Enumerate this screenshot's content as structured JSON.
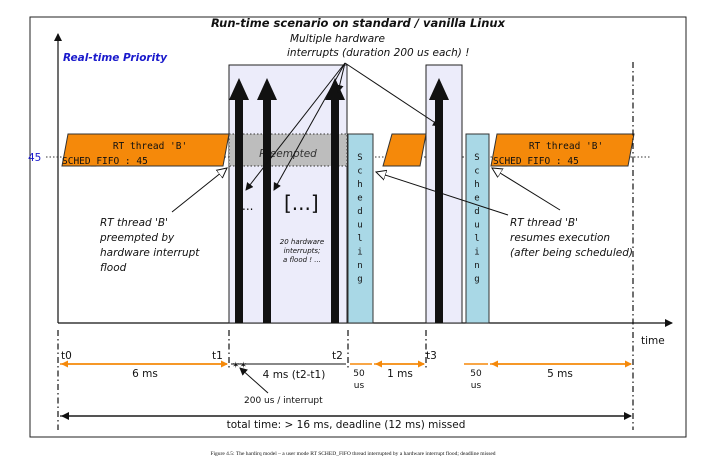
{
  "title": "Run-time scenario on standard / vanilla Linux",
  "priority_label": "Real-time Priority",
  "priority_value": "45",
  "thread_label": "RT thread 'B'",
  "thread_sched": "SCHED_FIFO : 45",
  "preempted_label": "Preempted",
  "scheduling_label": "Scheduling",
  "notes": {
    "hw_interrupts_line1": "Multiple hardware",
    "hw_interrupts_line2": "interrupts (duration 200 us each) !",
    "preempted_line1": "RT thread 'B'",
    "preempted_line2": "preempted by",
    "preempted_line3": "hardware interrupt",
    "preempted_line4": "flood",
    "resumes_line1": "RT thread 'B'",
    "resumes_line2": "resumes execution",
    "resumes_line3": "(after being scheduled)",
    "flood_line1": "20 hardware",
    "flood_line2": "interrupts;",
    "flood_line3": "a flood ! ...",
    "ellipsis_small": "...",
    "ellipsis_big": "[...]",
    "per_interrupt": "200 us / interrupt"
  },
  "time_axis_label": "time",
  "time_marks": [
    "t0",
    "t1",
    "t2",
    "t3"
  ],
  "durations": {
    "d1": "6 ms",
    "d2": "4 ms (t2-t1)",
    "d3a": "50",
    "d3b": "us",
    "d4": "1 ms",
    "d5a": "50",
    "d5b": "us",
    "d6": "5 ms"
  },
  "total": "total time: > 16 ms, deadline (12 ms) missed",
  "caption": "Figure 4.5: The hardirq model – a user mode RT SCHED_FIFO thread interrupted by a hardware interrupt flood; deadline missed",
  "colors": {
    "thread": "#f5890a",
    "preempted": "#bdbdbd",
    "scheduling": "#a9d8e6",
    "interrupt_box": "#ececfa",
    "priority": "#1a1acc",
    "timeline": "#f5890a"
  }
}
